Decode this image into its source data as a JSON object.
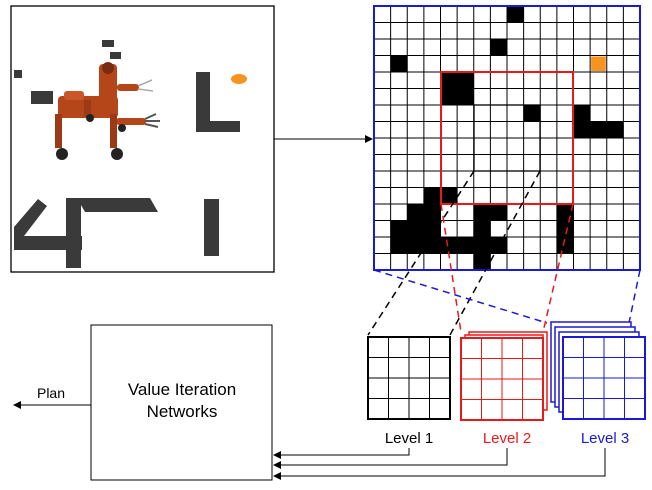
{
  "vin_box": {
    "line1": "Value Iteration",
    "line2": "Networks"
  },
  "plan_label": "Plan",
  "levels": [
    {
      "label": "Level 1",
      "color": "#000000"
    },
    {
      "label": "Level 2",
      "color": "#e8191b"
    },
    {
      "label": "Level 3",
      "color": "#1a1ad6"
    }
  ],
  "colors": {
    "obstacle": "#000000",
    "goal": "#f7931e",
    "scene_wall": "#3a3a3a",
    "robot": "#b4461a",
    "level1": "#000000",
    "level2": "#e8191b",
    "level3": "#1a1ad6"
  },
  "grid": {
    "rows": 16,
    "cols": 16,
    "obstacles": [
      [
        0,
        8
      ],
      [
        2,
        7
      ],
      [
        3,
        1
      ],
      [
        4,
        4
      ],
      [
        4,
        5
      ],
      [
        5,
        4
      ],
      [
        5,
        5
      ],
      [
        6,
        9
      ],
      [
        6,
        12
      ],
      [
        7,
        12
      ],
      [
        7,
        13
      ],
      [
        7,
        14
      ],
      [
        11,
        3
      ],
      [
        11,
        4
      ],
      [
        12,
        2
      ],
      [
        12,
        3
      ],
      [
        12,
        6
      ],
      [
        12,
        7
      ],
      [
        12,
        11
      ],
      [
        13,
        1
      ],
      [
        13,
        2
      ],
      [
        13,
        3
      ],
      [
        13,
        6
      ],
      [
        13,
        11
      ],
      [
        14,
        1
      ],
      [
        14,
        2
      ],
      [
        14,
        3
      ],
      [
        14,
        4
      ],
      [
        14,
        5
      ],
      [
        14,
        6
      ],
      [
        14,
        7
      ],
      [
        14,
        11
      ],
      [
        15,
        6
      ]
    ],
    "goal": [
      3,
      13
    ]
  }
}
